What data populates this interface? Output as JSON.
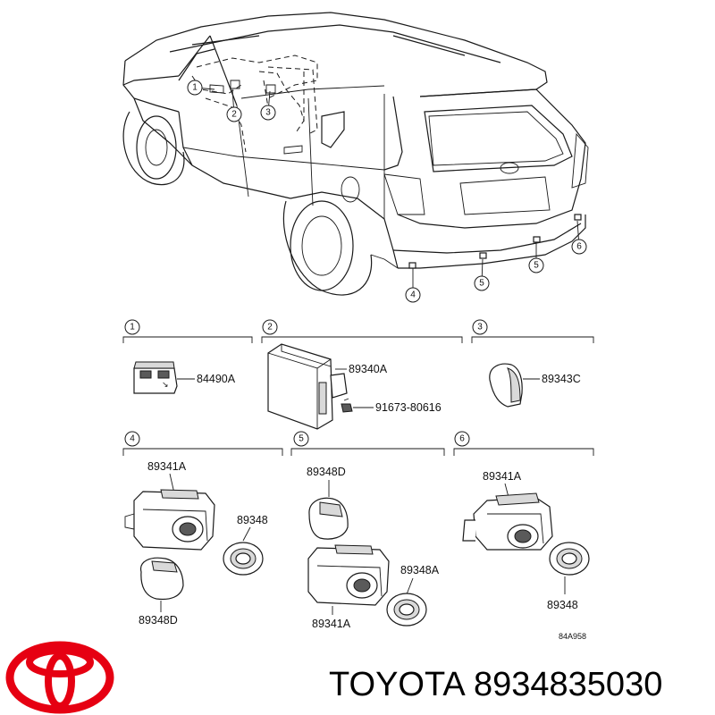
{
  "callouts": [
    "1",
    "2",
    "3",
    "4",
    "5",
    "6"
  ],
  "sections": [
    {
      "number": "1",
      "labels": [
        "84490A"
      ]
    },
    {
      "number": "2",
      "labels": [
        "89340A",
        "91673-80616"
      ]
    },
    {
      "number": "3",
      "labels": [
        "89343C"
      ]
    },
    {
      "number": "4",
      "labels": [
        "89341A",
        "89348",
        "89348D"
      ]
    },
    {
      "number": "5",
      "labels": [
        "89348D",
        "89348A",
        "89341A"
      ]
    },
    {
      "number": "6",
      "labels": [
        "89341A",
        "89348"
      ]
    }
  ],
  "diagram_code": "84A958",
  "footer": {
    "brand": "TOYOTA",
    "part_number": "8934835030",
    "logo_color": "#e60012"
  }
}
